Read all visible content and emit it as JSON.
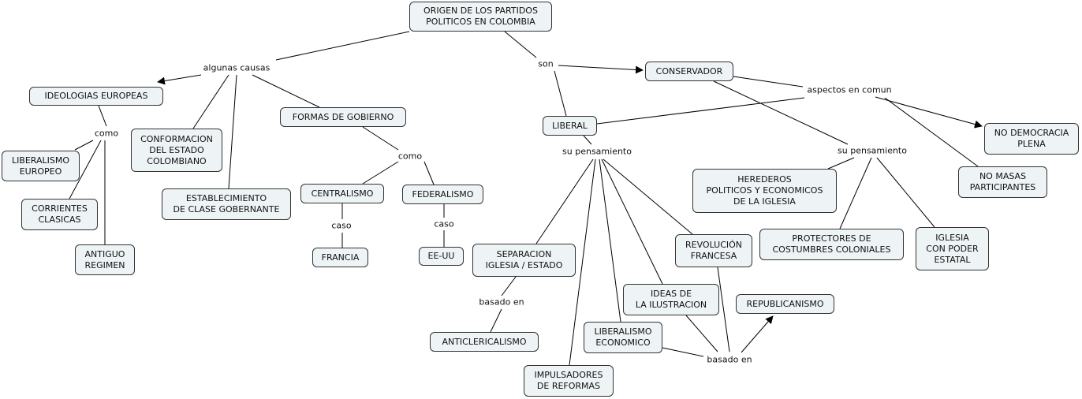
{
  "nodes": {
    "root": "ORIGEN DE LOS PARTIDOS\nPOLITICOS EN COLOMBIA",
    "ideologias": "IDEOLOGIAS EUROPEAS",
    "conformacion": "CONFORMACION\nDEL ESTADO\nCOLOMBIANO",
    "establecimiento": "ESTABLECIMIENTO\nDE CLASE GOBERNANTE",
    "formas": "FORMAS DE GOBIERNO",
    "liberalismo_europeo": "LIBERALISMO\nEUROPEO",
    "corrientes": "CORRIENTES\nCLASICAS",
    "antiguo": "ANTIGUO\nREGIMEN",
    "centralismo": "CENTRALISMO",
    "federalismo": "FEDERALISMO",
    "francia": "FRANCIA",
    "eeuu": "EE-UU",
    "conservador": "CONSERVADOR",
    "liberal": "LIBERAL",
    "no_democracia": "NO DEMOCRACIA\nPLENA",
    "no_masas": "NO MASAS\nPARTICIPANTES",
    "herederos": "HEREDEROS\nPOLITICOS Y ECONOMICOS\nDE LA IGLESIA",
    "protectores": "PROTECTORES DE\nCOSTUMBRES COLONIALES",
    "iglesia": "IGLESIA\nCON PODER\nESTATAL",
    "separacion": "SEPARACION\nIGLESIA / ESTADO",
    "revolucion": "REVOLUCIÓN\nFRANCESA",
    "ideas": "IDEAS DE\nLA ILUSTRACION",
    "republicanismo": "REPUBLICANISMO",
    "liberalismo_economico": "LIBERALISMO\nECONOMICO",
    "anticlericalismo": "ANTICLERICALISMO",
    "impulsadores": "IMPULSADORES\nDE REFORMAS"
  },
  "links": {
    "algunas_causas": "algunas causas",
    "como_1": "como",
    "como_2": "como",
    "caso_1": "caso",
    "caso_2": "caso",
    "son": "son",
    "aspectos": "aspectos en comun",
    "pensamiento_lib": "su pensamiento",
    "pensamiento_cons": "su pensamiento",
    "basado_1": "basado en",
    "basado_2": "basado en"
  }
}
